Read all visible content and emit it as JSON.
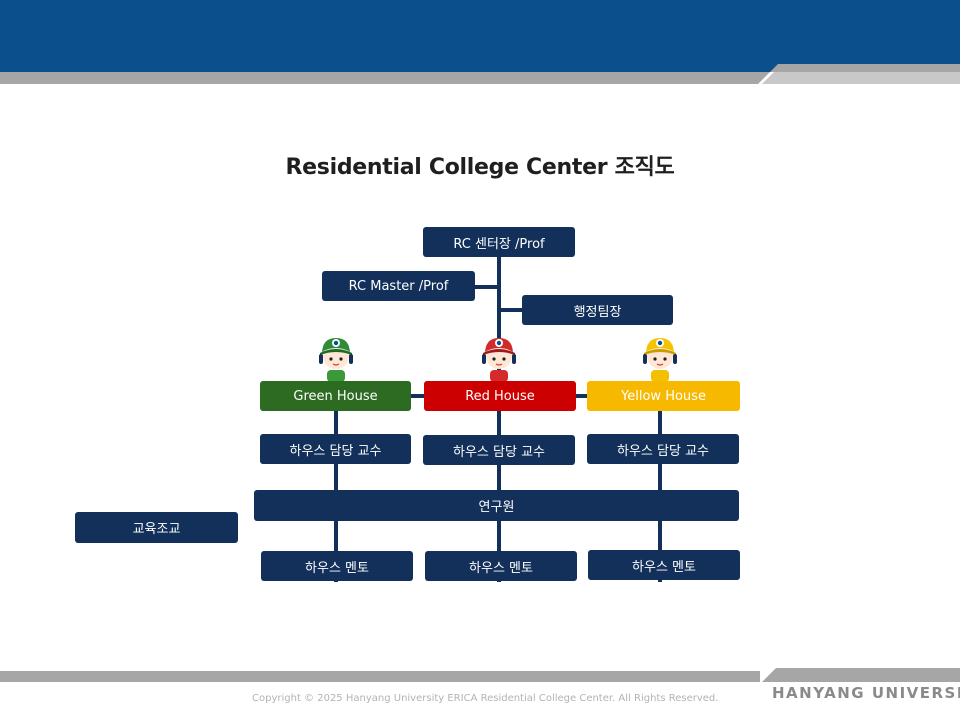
{
  "title": "Residential College Center 조직도",
  "nodes": {
    "center_head": "RC 센터장 /Prof",
    "rc_master": "RC Master /Prof",
    "admin_head": "행정팀장",
    "research": "연구원",
    "edu_assistant": "교육조교"
  },
  "houses": [
    {
      "name": "Green House",
      "professor": "하우스 담당 교수",
      "mentor": "하우스 멘토",
      "color": "#2d6b23"
    },
    {
      "name": "Red House",
      "professor": "하우스 담당 교수",
      "mentor": "하우스 멘토",
      "color": "#cc0000"
    },
    {
      "name": "Yellow House",
      "professor": "하우스 담당 교수",
      "mentor": "하우스 멘토",
      "color": "#f7b800"
    }
  ],
  "footer": {
    "copyright": "Copyright © 2025 Hanyang University ERICA Residential College Center. All Rights Reserved.",
    "logo_text": "HANYANG UNIVERSITY"
  },
  "colors": {
    "header_blue": "#0b4f8c",
    "stripe_gray": "#a6a6a6",
    "box_navy": "#12305a"
  }
}
